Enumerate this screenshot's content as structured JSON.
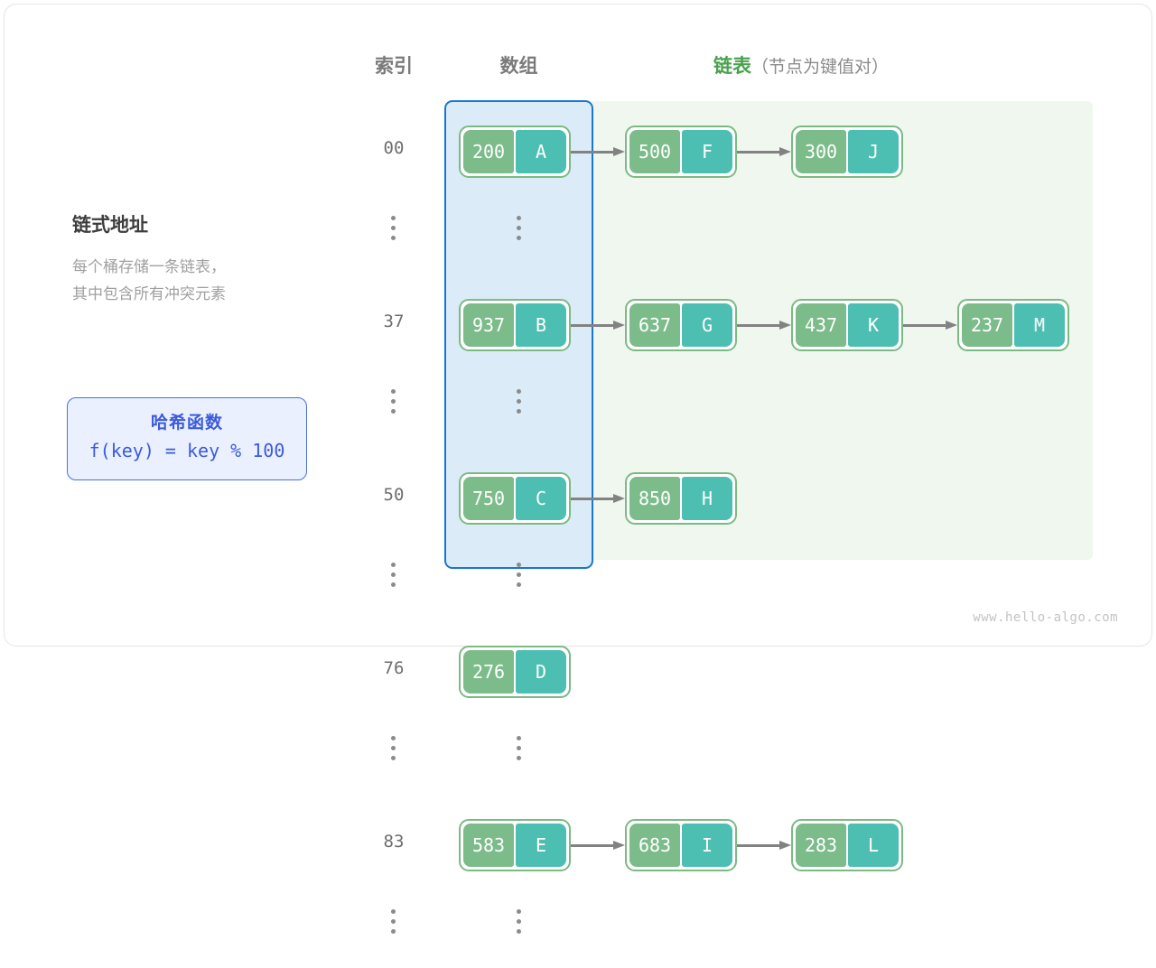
{
  "headers": {
    "index": "索引",
    "array": "数组",
    "list_main": "链表",
    "list_sub": "（节点为键值对）"
  },
  "caption": {
    "title": "链式地址",
    "body": "每个桶存储一条链表，\n其中包含所有冲突元素"
  },
  "hash_box": {
    "title": "哈希函数",
    "formula": "f(key) = key % 100"
  },
  "colors": {
    "key_cell": "#7cbb8a",
    "value_cell": "#4cbfb2",
    "node_border": "#7cba83",
    "array_border": "#1976d2",
    "array_fill": "#dcebf8",
    "list_fill": "#eff7ef",
    "accent_green": "#48a14d",
    "accent_blue": "#3b5bdb",
    "arrow": "#828282"
  },
  "rows": [
    {
      "index": "00",
      "nodes": [
        {
          "key": "200",
          "value": "A"
        },
        {
          "key": "500",
          "value": "F"
        },
        {
          "key": "300",
          "value": "J"
        }
      ]
    },
    {
      "index": "37",
      "nodes": [
        {
          "key": "937",
          "value": "B"
        },
        {
          "key": "637",
          "value": "G"
        },
        {
          "key": "437",
          "value": "K"
        },
        {
          "key": "237",
          "value": "M"
        }
      ]
    },
    {
      "index": "50",
      "nodes": [
        {
          "key": "750",
          "value": "C"
        },
        {
          "key": "850",
          "value": "H"
        }
      ]
    },
    {
      "index": "76",
      "nodes": [
        {
          "key": "276",
          "value": "D"
        }
      ]
    },
    {
      "index": "83",
      "nodes": [
        {
          "key": "583",
          "value": "E"
        },
        {
          "key": "683",
          "value": "I"
        },
        {
          "key": "283",
          "value": "L"
        }
      ]
    }
  ],
  "ellipsis_symbol": "⋮",
  "watermark": "www.hello-algo.com"
}
